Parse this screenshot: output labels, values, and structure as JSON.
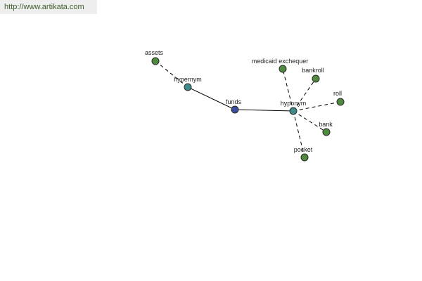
{
  "header": {
    "url_text": "http://www.artikata.com"
  },
  "colors": {
    "center": "#3a4ea0",
    "connector": "#3e8a8a",
    "leaf": "#4f8a3f"
  },
  "graph": {
    "nodes": {
      "funds": {
        "label": "funds",
        "kind": "center"
      },
      "hypernym": {
        "label": "hypernym",
        "kind": "connector"
      },
      "hyponym": {
        "label": "hyponym",
        "kind": "connector"
      },
      "assets": {
        "label": "assets",
        "kind": "leaf"
      },
      "medicaid": {
        "label": "medicaid exchequer",
        "kind": "leaf"
      },
      "bankroll": {
        "label": "bankroll",
        "kind": "leaf"
      },
      "roll": {
        "label": "roll",
        "kind": "leaf"
      },
      "bank": {
        "label": "bank",
        "kind": "leaf"
      },
      "pocket": {
        "label": "pocket",
        "kind": "leaf"
      }
    },
    "edges": [
      {
        "from": "funds",
        "to": "hypernym",
        "style": "solid"
      },
      {
        "from": "funds",
        "to": "hyponym",
        "style": "solid"
      },
      {
        "from": "hypernym",
        "to": "assets",
        "style": "dashed"
      },
      {
        "from": "hyponym",
        "to": "medicaid",
        "style": "dashed"
      },
      {
        "from": "hyponym",
        "to": "bankroll",
        "style": "dashed"
      },
      {
        "from": "hyponym",
        "to": "roll",
        "style": "dashed"
      },
      {
        "from": "hyponym",
        "to": "bank",
        "style": "dashed"
      },
      {
        "from": "hyponym",
        "to": "pocket",
        "style": "dashed"
      }
    ]
  }
}
